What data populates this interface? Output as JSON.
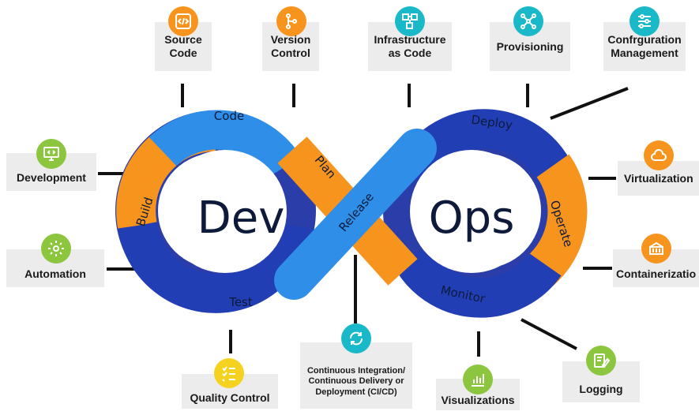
{
  "center": {
    "left_word": "Dev",
    "right_word": "Ops"
  },
  "loop": {
    "code": "Code",
    "plan": "Plan",
    "build": "Build",
    "test": "Test",
    "release": "Release",
    "deploy": "Deploy",
    "operate": "Operate",
    "monitor": "Monitor"
  },
  "labels": {
    "source_code": "Source\nCode",
    "version_control": "Version\nControl",
    "infrastructure": "Infrastructure\nas Code",
    "provisioning": "Provisioning",
    "config": "Confrguration\nManagement",
    "development": "Development",
    "automation": "Automation",
    "virtualization": "Virtualization",
    "containerization": "Containerizatio",
    "quality": "Quality Control",
    "cicd": "Continuous Integration/\nContinuous Delivery or\nDeployment (CI/CD)",
    "visualizations": "Visualizations",
    "logging": "Logging"
  },
  "icons": {
    "source_code": "code-brackets-icon",
    "version_control": "branch-icon",
    "infrastructure": "blocks-icon",
    "provisioning": "network-icon",
    "config": "sliders-icon",
    "development": "monitor-code-icon",
    "automation": "gear-icon",
    "virtualization": "cloud-icon",
    "containerization": "container-icon",
    "quality": "checklist-icon",
    "cicd": "sync-icon",
    "visualizations": "bar-chart-icon",
    "logging": "pencil-note-icon"
  },
  "colors": {
    "orange": "#f7941d",
    "light_blue": "#2e8ee8",
    "dark_blue": "#223eb4",
    "green": "#8cc63f",
    "yellow": "#f5d21f",
    "teal": "#19b9c9",
    "box": "#ececec"
  }
}
